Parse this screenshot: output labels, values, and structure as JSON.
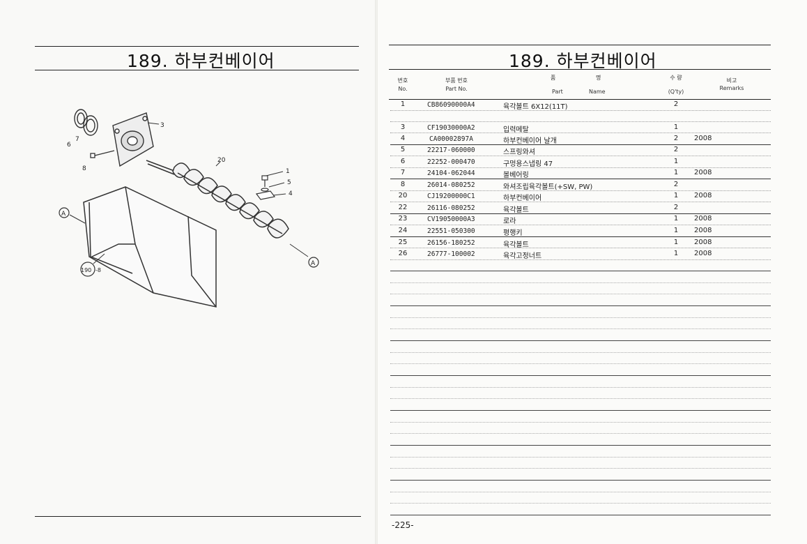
{
  "left": {
    "title": "189. 하부컨베이어",
    "callouts": {
      "c6": "6",
      "c7": "7",
      "c8": "8",
      "c3": "3",
      "c20": "20",
      "c1": "1",
      "c5": "5",
      "c4": "4",
      "a1": "A",
      "a2": "A",
      "ref": "190",
      "ref_suffix": "-8"
    }
  },
  "right": {
    "title": "189. 하부컨베이어",
    "headers": {
      "no_ko": "번호",
      "no_en": "No.",
      "part_ko": "부품 번호",
      "part_en": "Part No.",
      "name_ko_1": "품",
      "name_ko_2": "명",
      "name_en_1": "Part",
      "name_en_2": "Name",
      "qty_ko": "수 량",
      "qty_en": "(Q'ty)",
      "remarks_ko": "비고",
      "remarks_en": "Remarks"
    },
    "rows": [
      {
        "no": "1",
        "part": "CB86090000A4",
        "name": "육각볼트 6X12(11T)",
        "qty": "2",
        "remark": ""
      },
      {
        "no": "3",
        "part": "CF19030000A2",
        "name": "입력메탈",
        "qty": "1",
        "remark": ""
      },
      {
        "no": "4",
        "part": "CA00002897A",
        "name": "하부컨베이어 날개",
        "qty": "2",
        "remark": "2008"
      },
      {
        "no": "5",
        "part": "22217-060000",
        "name": "스프링와셔",
        "qty": "2",
        "remark": ""
      },
      {
        "no": "6",
        "part": "22252-000470",
        "name": "구멍용스냅링 47",
        "qty": "1",
        "remark": ""
      },
      {
        "no": "7",
        "part": "24104-062044",
        "name": "볼베어링",
        "qty": "1",
        "remark": "2008"
      },
      {
        "no": "8",
        "part": "26014-080252",
        "name": "와셔조립육각볼트(+SW, PW)",
        "qty": "2",
        "remark": ""
      },
      {
        "no": "20",
        "part": "CJ19200000C1",
        "name": "하부컨베이어",
        "qty": "1",
        "remark": "2008"
      },
      {
        "no": "22",
        "part": "26116-080252",
        "name": "육각볼트",
        "qty": "2",
        "remark": ""
      },
      {
        "no": "23",
        "part": "CV19050000A3",
        "name": "로라",
        "qty": "1",
        "remark": "2008"
      },
      {
        "no": "24",
        "part": "22551-050300",
        "name": "평행키",
        "qty": "1",
        "remark": "2008"
      },
      {
        "no": "25",
        "part": "26156-180252",
        "name": "육각볼트",
        "qty": "1",
        "remark": "2008"
      },
      {
        "no": "26",
        "part": "26777-100002",
        "name": "육각고정너트",
        "qty": "1",
        "remark": "2008"
      }
    ],
    "page_number": "-225-"
  }
}
